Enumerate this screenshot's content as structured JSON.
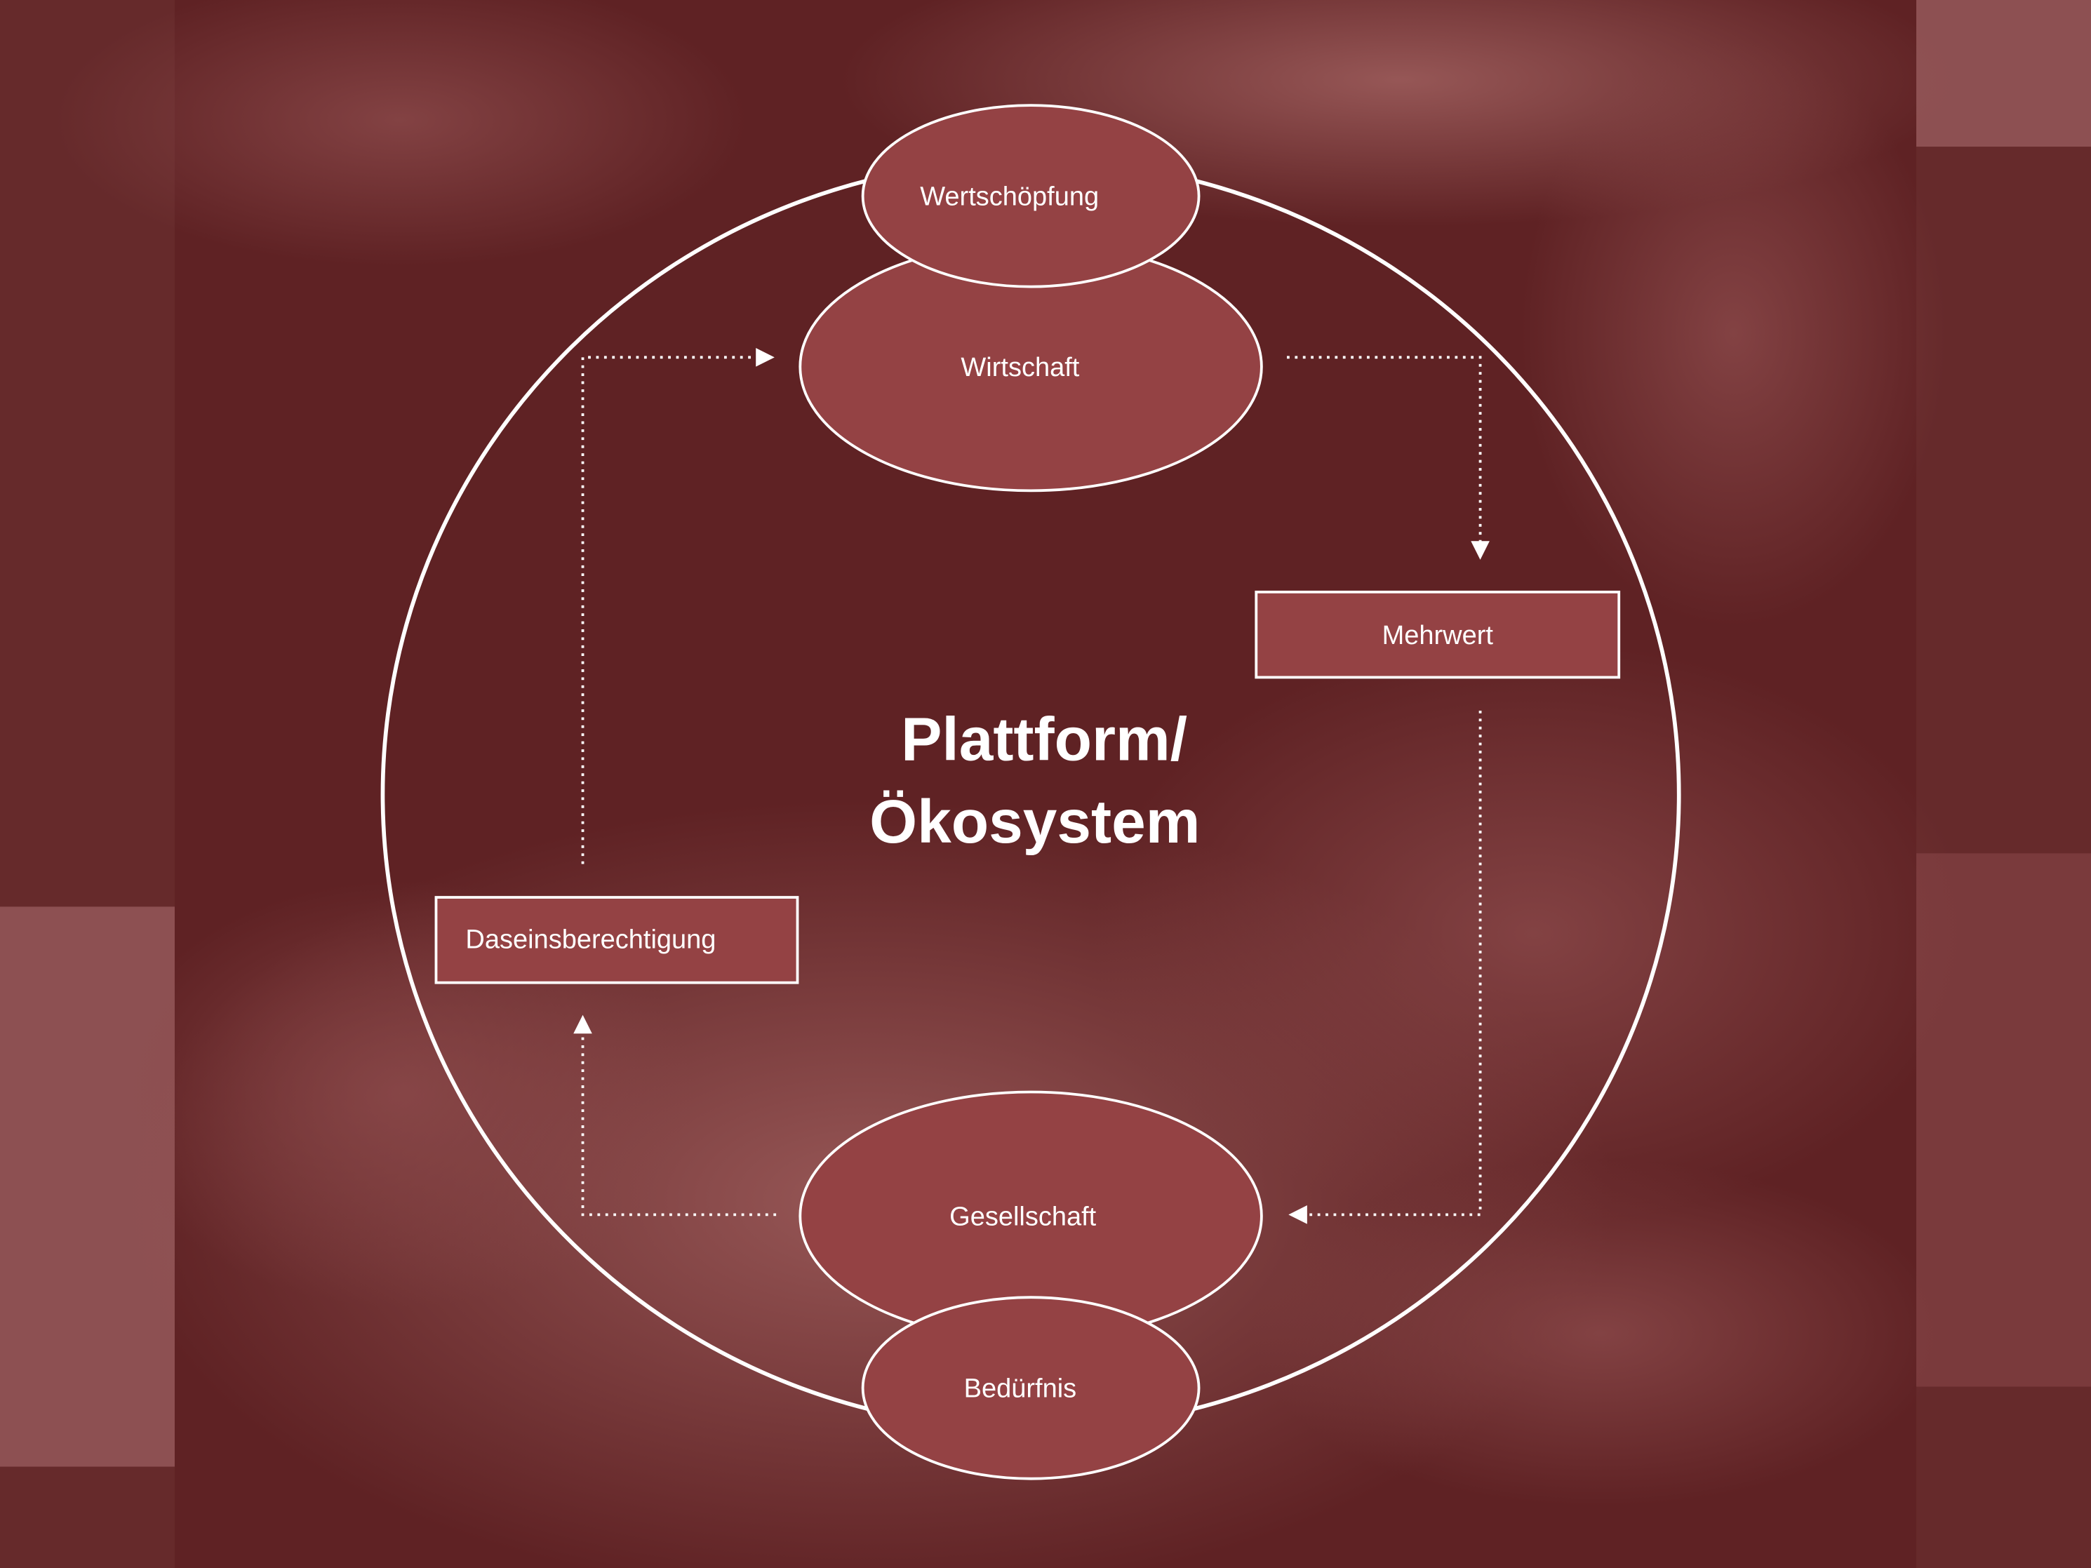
{
  "diagram": {
    "title_line1": "Plattform/",
    "title_line2": "Ökosystem",
    "nodes": {
      "wertschoepfung": "Wertschöpfung",
      "wirtschaft": "Wirtschaft",
      "mehrwert": "Mehrwert",
      "gesellschaft": "Gesellschaft",
      "beduerfnis": "Bedürfnis",
      "daseinsberechtigung": "Daseinsberechtigung"
    }
  },
  "colors": {
    "background": "#5f2224",
    "node_fill": "#944244",
    "stroke": "#ffffff"
  }
}
